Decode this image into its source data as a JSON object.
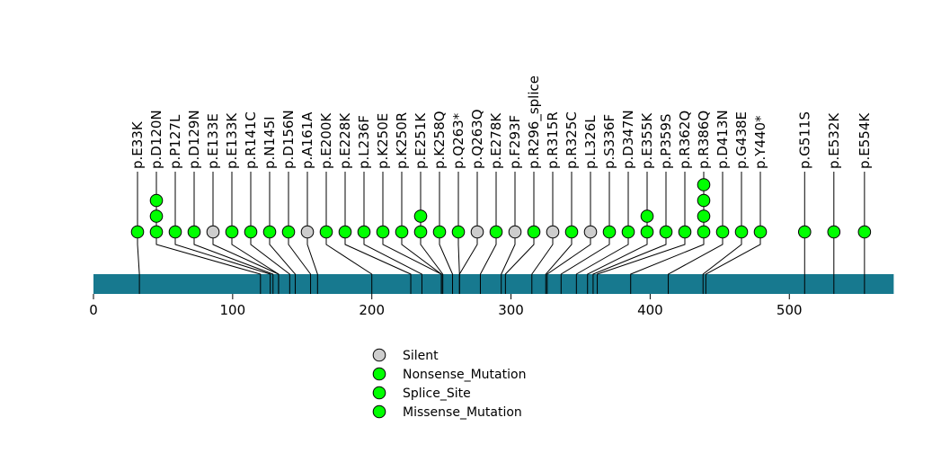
{
  "chart_data": {
    "type": "lollipop",
    "description": "Protein mutation lollipop plot",
    "protein": {
      "start": 0,
      "length": 575
    },
    "axis": {
      "ticks": [
        0,
        100,
        200,
        300,
        400,
        500
      ],
      "xlim": [
        0,
        575
      ],
      "grid": false
    },
    "colors": {
      "Silent": "#cdcdcd",
      "Nonsense_Mutation": "#00ff00",
      "Splice_Site": "#00ff00",
      "Missense_Mutation": "#00ff00",
      "protein_bar": "#17798f",
      "stroke": "#000000"
    },
    "legend": [
      {
        "label": "Silent",
        "color": "#cdcdcd"
      },
      {
        "label": "Nonsense_Mutation",
        "color": "#00ff00"
      },
      {
        "label": "Splice_Site",
        "color": "#00ff00"
      },
      {
        "label": "Missense_Mutation",
        "color": "#00ff00"
      }
    ],
    "mutations": [
      {
        "label": "p.E33K",
        "pos": 33,
        "count": 1,
        "type": "Missense_Mutation"
      },
      {
        "label": "p.D120N",
        "pos": 120,
        "count": 3,
        "type": "Missense_Mutation"
      },
      {
        "label": "p.P127L",
        "pos": 127,
        "count": 1,
        "type": "Missense_Mutation"
      },
      {
        "label": "p.D129N",
        "pos": 129,
        "count": 1,
        "type": "Missense_Mutation"
      },
      {
        "label": "p.E133E",
        "pos": 133,
        "count": 1,
        "type": "Silent"
      },
      {
        "label": "p.E133K",
        "pos": 133,
        "count": 1,
        "type": "Missense_Mutation"
      },
      {
        "label": "p.R141C",
        "pos": 141,
        "count": 1,
        "type": "Missense_Mutation"
      },
      {
        "label": "p.N145I",
        "pos": 145,
        "count": 1,
        "type": "Missense_Mutation"
      },
      {
        "label": "p.D156N",
        "pos": 156,
        "count": 1,
        "type": "Missense_Mutation"
      },
      {
        "label": "p.A161A",
        "pos": 161,
        "count": 1,
        "type": "Silent"
      },
      {
        "label": "p.E200K",
        "pos": 200,
        "count": 1,
        "type": "Missense_Mutation"
      },
      {
        "label": "p.E228K",
        "pos": 228,
        "count": 1,
        "type": "Missense_Mutation"
      },
      {
        "label": "p.L236F",
        "pos": 236,
        "count": 1,
        "type": "Missense_Mutation"
      },
      {
        "label": "p.K250E",
        "pos": 250,
        "count": 1,
        "type": "Missense_Mutation"
      },
      {
        "label": "p.K250R",
        "pos": 250,
        "count": 1,
        "type": "Missense_Mutation"
      },
      {
        "label": "p.E251K",
        "pos": 251,
        "count": 2,
        "type": "Missense_Mutation"
      },
      {
        "label": "p.K258Q",
        "pos": 258,
        "count": 1,
        "type": "Missense_Mutation"
      },
      {
        "label": "p.Q263*",
        "pos": 263,
        "count": 1,
        "type": "Nonsense_Mutation"
      },
      {
        "label": "p.Q263Q",
        "pos": 263,
        "count": 1,
        "type": "Silent"
      },
      {
        "label": "p.E278K",
        "pos": 278,
        "count": 1,
        "type": "Missense_Mutation"
      },
      {
        "label": "p.F293F",
        "pos": 293,
        "count": 1,
        "type": "Silent"
      },
      {
        "label": "p.R296_splice",
        "pos": 296,
        "count": 1,
        "type": "Splice_Site"
      },
      {
        "label": "p.R315R",
        "pos": 315,
        "count": 1,
        "type": "Silent"
      },
      {
        "label": "p.R325C",
        "pos": 325,
        "count": 1,
        "type": "Missense_Mutation"
      },
      {
        "label": "p.L326L",
        "pos": 326,
        "count": 1,
        "type": "Silent"
      },
      {
        "label": "p.S336F",
        "pos": 336,
        "count": 1,
        "type": "Missense_Mutation"
      },
      {
        "label": "p.D347N",
        "pos": 347,
        "count": 1,
        "type": "Missense_Mutation"
      },
      {
        "label": "p.E355K",
        "pos": 355,
        "count": 2,
        "type": "Missense_Mutation"
      },
      {
        "label": "p.P359S",
        "pos": 359,
        "count": 1,
        "type": "Missense_Mutation"
      },
      {
        "label": "p.R362Q",
        "pos": 362,
        "count": 1,
        "type": "Missense_Mutation"
      },
      {
        "label": "p.R386Q",
        "pos": 386,
        "count": 4,
        "type": "Missense_Mutation"
      },
      {
        "label": "p.D413N",
        "pos": 413,
        "count": 1,
        "type": "Missense_Mutation"
      },
      {
        "label": "p.G438E",
        "pos": 438,
        "count": 1,
        "type": "Missense_Mutation"
      },
      {
        "label": "p.Y440*",
        "pos": 440,
        "count": 1,
        "type": "Nonsense_Mutation"
      },
      {
        "label": "p.G511S",
        "pos": 511,
        "count": 1,
        "type": "Missense_Mutation"
      },
      {
        "label": "p.E532K",
        "pos": 532,
        "count": 1,
        "type": "Missense_Mutation"
      },
      {
        "label": "p.E554K",
        "pos": 554,
        "count": 1,
        "type": "Missense_Mutation"
      }
    ]
  }
}
